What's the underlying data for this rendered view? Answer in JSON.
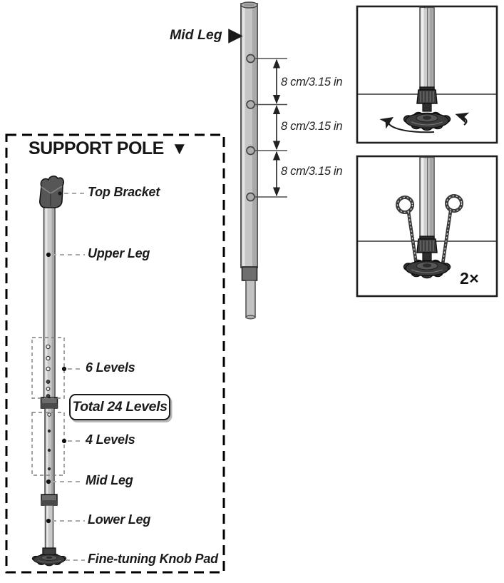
{
  "support_pole_panel": {
    "title": "SUPPORT POLE",
    "title_arrow": "▼",
    "total_levels_badge": "Total 24 Levels",
    "labels": {
      "top_bracket": "Top Bracket",
      "upper_leg": "Upper Leg",
      "six_levels": "6 Levels",
      "four_levels": "4 Levels",
      "mid_leg": "Mid Leg",
      "lower_leg": "Lower Leg",
      "fine_tuning": "Fine-tuning Knob Pad"
    }
  },
  "mid_leg_detail": {
    "label": "Mid Leg",
    "pointer": "▶",
    "hole_spacings": [
      "8 cm/3.15 in",
      "8 cm/3.15 in",
      "8 cm/3.15 in"
    ]
  },
  "stake_panel": {
    "quantity_label": "2×"
  },
  "colors": {
    "text": "#1a1a1a",
    "pole_fill": "#c9c9c9",
    "pole_stroke": "#4d4d4d",
    "hardware_dark": "#3c3c3c",
    "leader_dash": "#a9a9a9",
    "dashed_box": "#000000",
    "badge_shadow": "#b9b9b9"
  }
}
